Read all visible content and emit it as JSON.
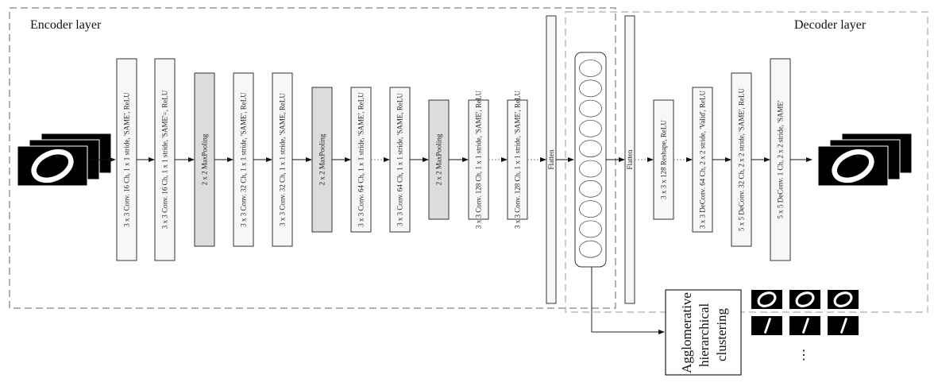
{
  "encoder": {
    "title": "Encoder layer",
    "layers": [
      {
        "label": "3 x 3 Conv. 16 Ch, 1 x 1 stride, 'SAME', ReLU",
        "kind": "conv"
      },
      {
        "label": "3 x 3 Conv. 16 Ch, 1 x 1 stride, 'SAME'=, ReLU",
        "kind": "conv"
      },
      {
        "label": "2 x 2 MaxPooling",
        "kind": "pool"
      },
      {
        "label": "3 x 3 Conv. 32 Ch, 1 x 1 stride, 'SAME', ReLU",
        "kind": "conv"
      },
      {
        "label": "3 x 3 Conv. 32 Ch, 1 x 1 stride, 'SAME, ReLU",
        "kind": "conv"
      },
      {
        "label": "2 x 2 MaxPooling",
        "kind": "pool"
      },
      {
        "label": "3 x 3 Conv. 64 Ch, 1 x 1 stride, 'SAME', ReLU",
        "kind": "conv"
      },
      {
        "label": "3 x 3 Conv. 64 Ch, 1 x 1 stride, 'SAME, ReLU",
        "kind": "conv"
      },
      {
        "label": "2 x 2 MaxPooling",
        "kind": "pool"
      },
      {
        "label": "3 x 3 Conv. 128 Ch, 1 x 1 stride, 'SAME', ReLU",
        "kind": "conv"
      },
      {
        "label": "3 x 3 Conv. 128 Ch, 1 x 1 stride, 'SAME', ReLU",
        "kind": "conv"
      }
    ],
    "flatten_label": "Flatten"
  },
  "latent": {
    "units_shown": 10
  },
  "decoder": {
    "title": "Decoder layer",
    "flatten_label": "Flatten",
    "layers": [
      {
        "label": "3 x 3 x 128 Reshape, ReLU",
        "kind": "conv"
      },
      {
        "label": "3 x 3 DeConv. 64 Ch, 2 x 2 stride, 'Valid', ReLU",
        "kind": "conv"
      },
      {
        "label": "5 x 5 DeConv. 32 Ch, 2 x 2 stride, 'SAME', ReLU",
        "kind": "conv"
      },
      {
        "label": "5 x 5 DeConv. 1 Ch, 2 x 2 stride, 'SAME'",
        "kind": "conv"
      }
    ]
  },
  "clustering": {
    "lines": [
      "Agglomerative",
      "hierarchical",
      "clustering"
    ],
    "clusters": [
      [
        "0",
        "0",
        "0"
      ],
      [
        "1",
        "1",
        "1"
      ]
    ],
    "ellipsis": "⋮"
  },
  "colors": {
    "conv_fill": "#f7f7f7",
    "pool_fill": "#dcdcdc",
    "dashed_border": "#999999"
  }
}
